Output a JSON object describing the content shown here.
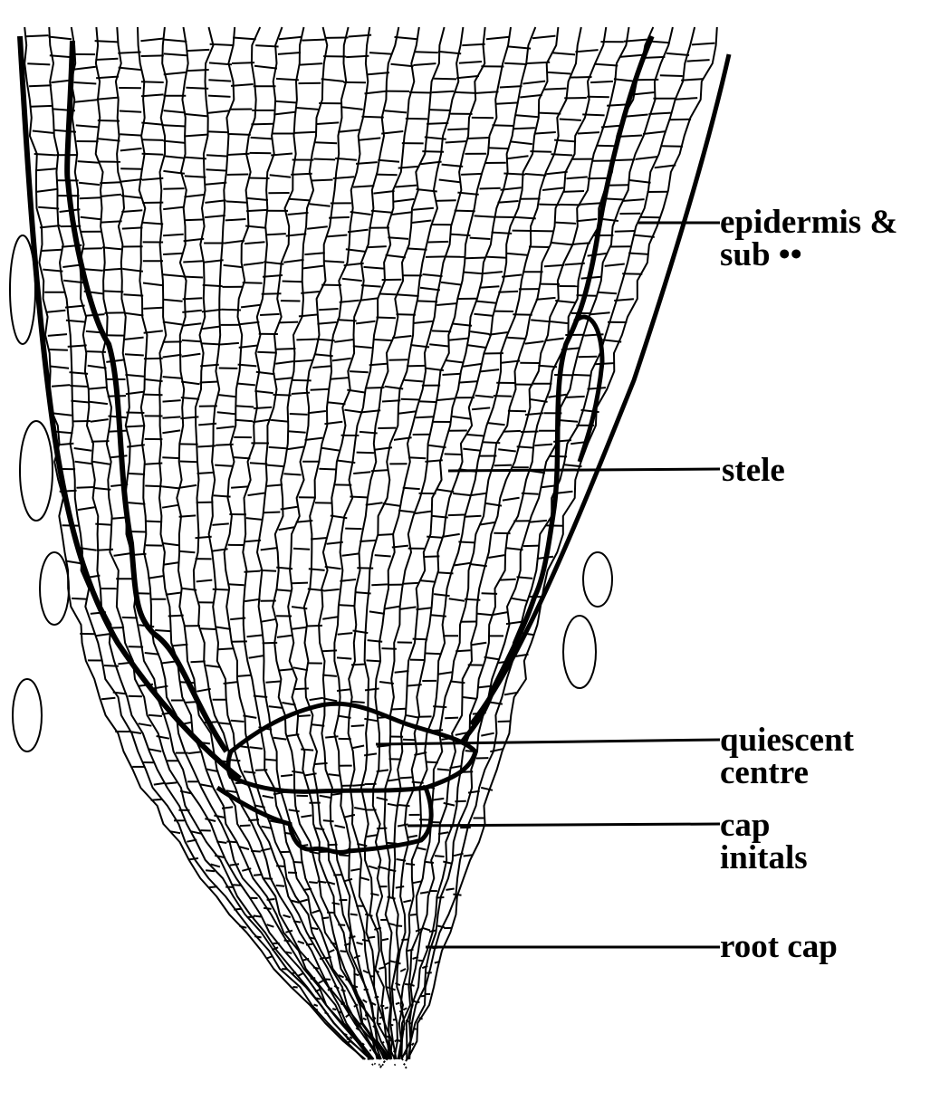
{
  "diagram": {
    "labels": {
      "epidermis": {
        "line1": "epidermis &",
        "line2": "sub  ••"
      },
      "stele": {
        "line1": "stele"
      },
      "quiescent": {
        "line1": "quiescent",
        "line2": "centre"
      },
      "cap_initials": {
        "line1": "cap",
        "line2": "initals"
      },
      "root_cap": {
        "line1": "root cap"
      }
    },
    "colors": {
      "ink": "#000000",
      "paper": "#ffffff"
    }
  }
}
